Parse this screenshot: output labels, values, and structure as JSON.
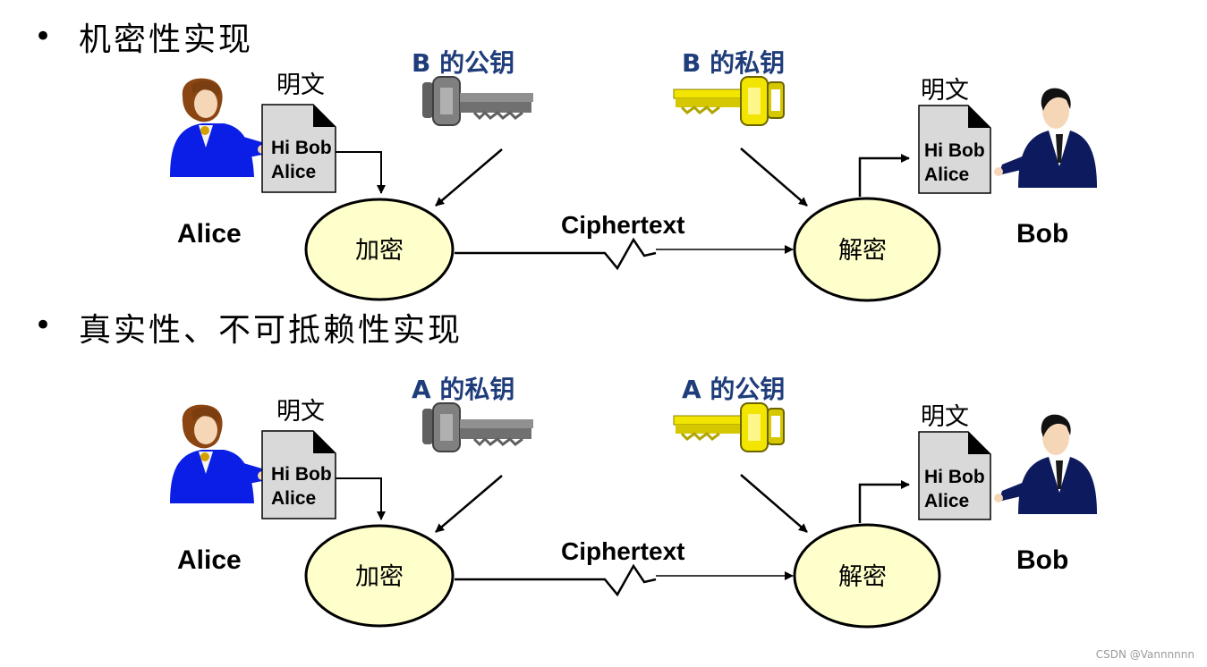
{
  "colors": {
    "key_label": "#1f3d7a",
    "ellipse_fill": "#ffffcc",
    "alice_dress": "#0a1ee6",
    "bob_suit": "#0d1a5e",
    "doc_fill": "#d9d9d9",
    "public_key": "#808080",
    "private_key": "#f2e600"
  },
  "watermark": "CSDN @Vannnnnn",
  "sections": [
    {
      "bullet": "•",
      "heading": "机密性实现",
      "left_key": {
        "label": "B 的公钥",
        "icon": "gray-key-icon"
      },
      "right_key": {
        "label": "B 的私钥",
        "icon": "yellow-key-icon"
      },
      "sender": {
        "name": "Alice",
        "icon": "woman-avatar-icon"
      },
      "receiver": {
        "name": "Bob",
        "icon": "businessman-avatar-icon"
      },
      "sender_doc": {
        "title": "明文",
        "line1": "Hi Bob",
        "line2": "Alice"
      },
      "receiver_doc": {
        "title": "明文",
        "line1": "Hi Bob",
        "line2": "Alice"
      },
      "encrypt": "加密",
      "decrypt": "解密",
      "cipher": "Ciphertext"
    },
    {
      "bullet": "•",
      "heading": "真实性、不可抵赖性实现",
      "left_key": {
        "label": "A 的私钥",
        "icon": "gray-key-icon"
      },
      "right_key": {
        "label": "A 的公钥",
        "icon": "yellow-key-icon"
      },
      "sender": {
        "name": "Alice",
        "icon": "woman-avatar-icon"
      },
      "receiver": {
        "name": "Bob",
        "icon": "businessman-avatar-icon"
      },
      "sender_doc": {
        "title": "明文",
        "line1": "Hi Bob",
        "line2": "Alice"
      },
      "receiver_doc": {
        "title": "明文",
        "line1": "Hi Bob",
        "line2": "Alice"
      },
      "encrypt": "加密",
      "decrypt": "解密",
      "cipher": "Ciphertext"
    }
  ]
}
